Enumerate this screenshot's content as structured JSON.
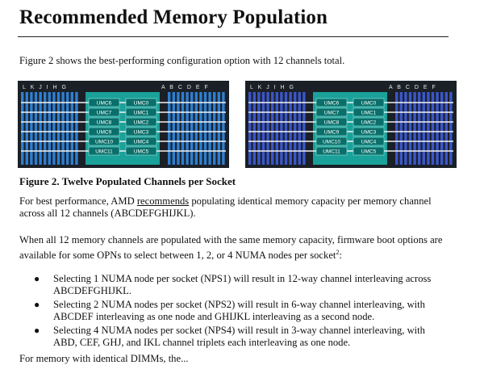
{
  "heading": "Recommended Memory Population",
  "intro": "Figure 2 shows the best-performing configuration option with 12 channels total.",
  "figures": [
    {
      "left_labels": "L K J I H G",
      "right_labels": "A B C D E F",
      "umc_left": [
        "UMC6",
        "UMC7",
        "UMC8",
        "UMC9",
        "UMC10",
        "UMC11"
      ],
      "umc_right": [
        "UMC0",
        "UMC1",
        "UMC2",
        "UMC3",
        "UMC4",
        "UMC5"
      ],
      "bar_color": "#2e7fd0"
    },
    {
      "left_labels": "L K J I H G",
      "right_labels": "A B C D E F",
      "umc_left": [
        "UMC6",
        "UMC7",
        "UMC8",
        "UMC9",
        "UMC10",
        "UMC11"
      ],
      "umc_right": [
        "UMC0",
        "UMC1",
        "UMC2",
        "UMC3",
        "UMC4",
        "UMC5"
      ],
      "bar_color": "#3b57c9"
    }
  ],
  "caption": "Figure 2. Twelve Populated Channels per Socket",
  "para2": {
    "before": "For best performance, AMD ",
    "link": "recommends",
    "after": " populating identical memory capacity per memory channel across all 12 channels (ABCDEFGHIJKL)."
  },
  "para3": {
    "text": "When all 12 memory channels are populated with the same memory capacity, firmware boot options are available for some OPNs to select between 1, 2, or 4 NUMA nodes per socket",
    "sup": "2",
    "end": ":"
  },
  "bullets": [
    "Selecting 1 NUMA node per socket (NPS1) will result in 12-way channel interleaving across ABCDEFGHIJKL.",
    "Selecting 2 NUMA nodes per socket (NPS2) will result in 6-way channel interleaving, with ABCDEF interleaving as one node and GHIJKL interleaving as a second node.",
    "Selecting 4 NUMA nodes per socket (NPS4) will result in 3-way channel interleaving, with ABD, CEF, GHJ, and IKL channel triplets each interleaving as one node."
  ],
  "bullet_glyph": "●",
  "cutoff_line": "For memory with identical DIMMs, the..."
}
